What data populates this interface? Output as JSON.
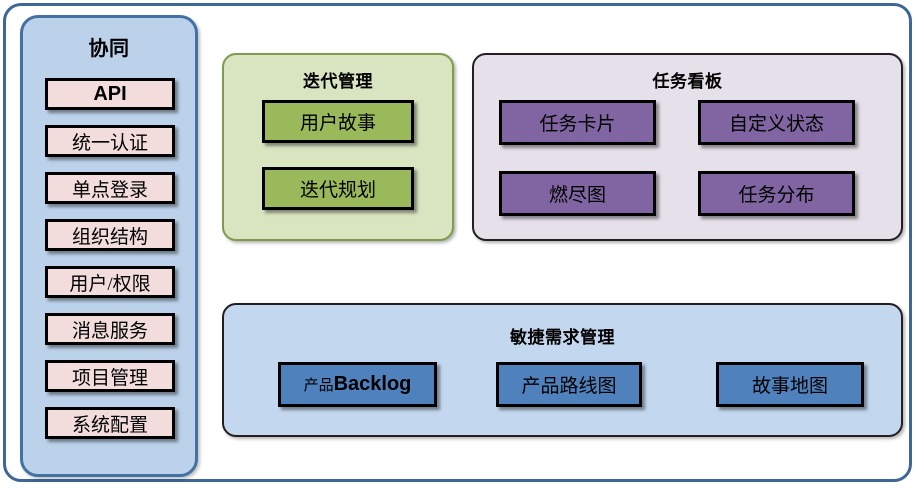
{
  "diagram": {
    "colors": {
      "frame_border": "#3f6795",
      "collab_fill": "#bcd2ea",
      "collab_border": "#4272a4",
      "collab_item_fill": "#f2dcdc",
      "iteration_fill": "#d9e5c1",
      "iteration_border": "#7f9b4e",
      "iteration_item_fill": "#9ab95a",
      "taskboard_fill": "#e6e0ea",
      "taskboard_item_fill": "#8065a2",
      "agile_fill": "#c3d7ee",
      "agile_item_fill": "#4f81bd",
      "box_border": "#000000"
    },
    "collaboration": {
      "title": "协同",
      "items": [
        {
          "label": "API"
        },
        {
          "label": "统一认证"
        },
        {
          "label": "单点登录"
        },
        {
          "label": "组织结构"
        },
        {
          "label": "用户/权限"
        },
        {
          "label": "消息服务"
        },
        {
          "label": "项目管理"
        },
        {
          "label": "系统配置"
        }
      ]
    },
    "iteration": {
      "title": "迭代管理",
      "items": [
        {
          "label": "用户故事"
        },
        {
          "label": "迭代规划"
        }
      ]
    },
    "taskboard": {
      "title": "任务看板",
      "items": [
        {
          "label": "任务卡片"
        },
        {
          "label": "自定义状态"
        },
        {
          "label": "燃尽图"
        },
        {
          "label": "任务分布"
        }
      ]
    },
    "agile": {
      "title": "敏捷需求管理",
      "items": [
        {
          "label": "产品Backlog",
          "cjk": "产品",
          "latin": "Backlog"
        },
        {
          "label": "产品路线图"
        },
        {
          "label": "故事地图"
        }
      ]
    }
  }
}
